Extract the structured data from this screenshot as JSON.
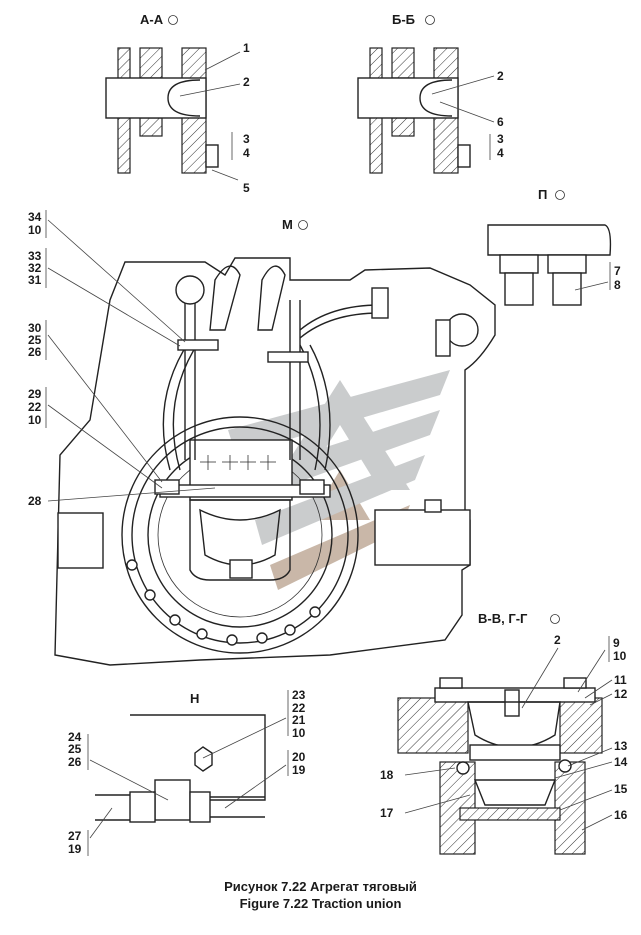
{
  "views": {
    "aa": "А-А",
    "bb": "Б-Б",
    "m": "М",
    "p": "П",
    "n": "Н",
    "vv_gg": "В-В, Г-Г"
  },
  "callouts": {
    "aa": [
      "1",
      "2",
      "3",
      "4",
      "5"
    ],
    "bb": [
      "2",
      "6",
      "3",
      "4"
    ],
    "p": [
      "7",
      "8"
    ],
    "m_left": [
      "34",
      "10",
      "33",
      "32",
      "31",
      "30",
      "25",
      "26",
      "29",
      "22",
      "10",
      "28"
    ],
    "n": [
      "23",
      "22",
      "21",
      "10",
      "24",
      "25",
      "26",
      "20",
      "19",
      "27",
      "19"
    ],
    "vv": [
      "2",
      "9",
      "10",
      "11",
      "12",
      "13",
      "14",
      "15",
      "16",
      "17",
      "18"
    ]
  },
  "caption": {
    "ru": "Рисунок  7.22  Агрегат тяговый",
    "en": "Figure 7.22  Traction union"
  },
  "colors": {
    "line": "#222222",
    "watermark_grey": "#b9bcbd",
    "watermark_brown": "#b7a08c"
  }
}
